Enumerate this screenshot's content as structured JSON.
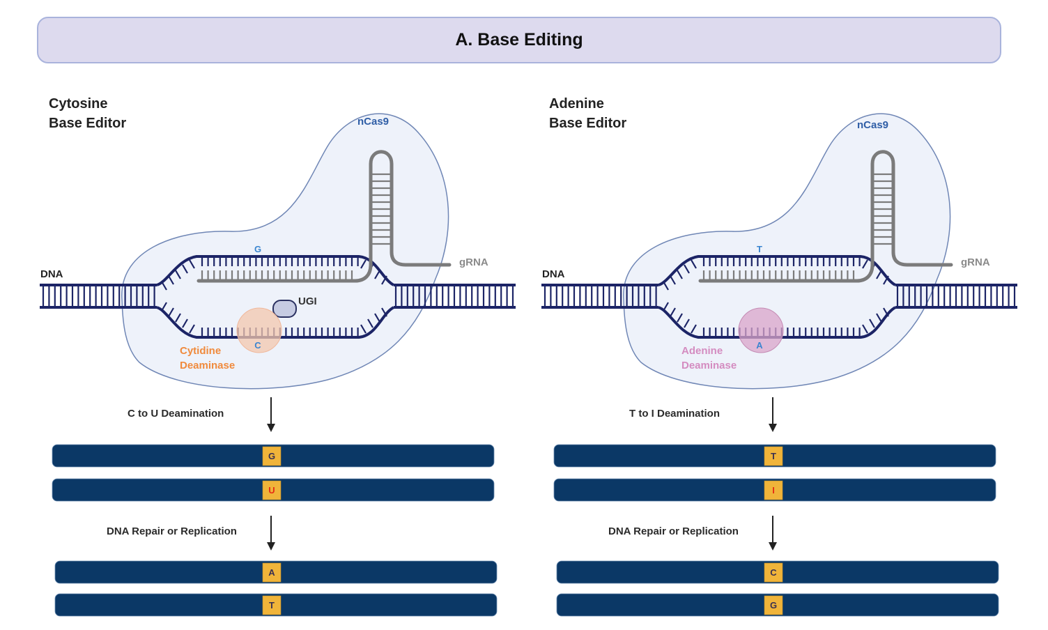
{
  "header": {
    "title": "A. Base Editing"
  },
  "colors": {
    "dna_strand": "#1c2466",
    "protein_fill": "#eef2fa",
    "protein_stroke": "#6f86b5",
    "grna": "#7b7b7b",
    "ncas9_label": "#2f5ea6",
    "target_base_label": "#3a85d0",
    "bar_fill": "#0b3866",
    "base_box": "#f0b43a",
    "base_text": "#3a3050",
    "edited_base_text": "#e62b14",
    "cytidine_deaminase": "#f3c7ad",
    "cytidine_deaminase_label": "#f08a3c",
    "adenine_deaminase": "#d9a4c9",
    "adenine_deaminase_label": "#d48cc0",
    "ugi_fill": "#c6cbe2"
  },
  "panels": [
    {
      "id": "cbe",
      "editor_line1": "Cytosine",
      "editor_line2": "Base Editor",
      "ncas9_label": "nCas9",
      "grna_label": "gRNA",
      "dna_label": "DNA",
      "top_base": "G",
      "bottom_base": "C",
      "ugi_label": "UGI",
      "deaminase_line1": "Cytidine",
      "deaminase_line2": "Deaminase",
      "deaminase_type": "cytidine",
      "step1_label": "C to U Deamination",
      "step2_label": "DNA Repair or Replication",
      "after_deamination": [
        "G",
        "U"
      ],
      "after_repair": [
        "A",
        "T"
      ],
      "edited_index": 1
    },
    {
      "id": "abe",
      "editor_line1": "Adenine",
      "editor_line2": "Base Editor",
      "ncas9_label": "nCas9",
      "grna_label": "gRNA",
      "dna_label": "DNA",
      "top_base": "T",
      "bottom_base": "A",
      "ugi_label": null,
      "deaminase_line1": "Adenine",
      "deaminase_line2": "Deaminase",
      "deaminase_type": "adenine",
      "step1_label": "T to I Deamination",
      "step2_label": "DNA Repair or Replication",
      "after_deamination": [
        "T",
        "I"
      ],
      "after_repair": [
        "C",
        "G"
      ],
      "edited_index": 1
    }
  ]
}
